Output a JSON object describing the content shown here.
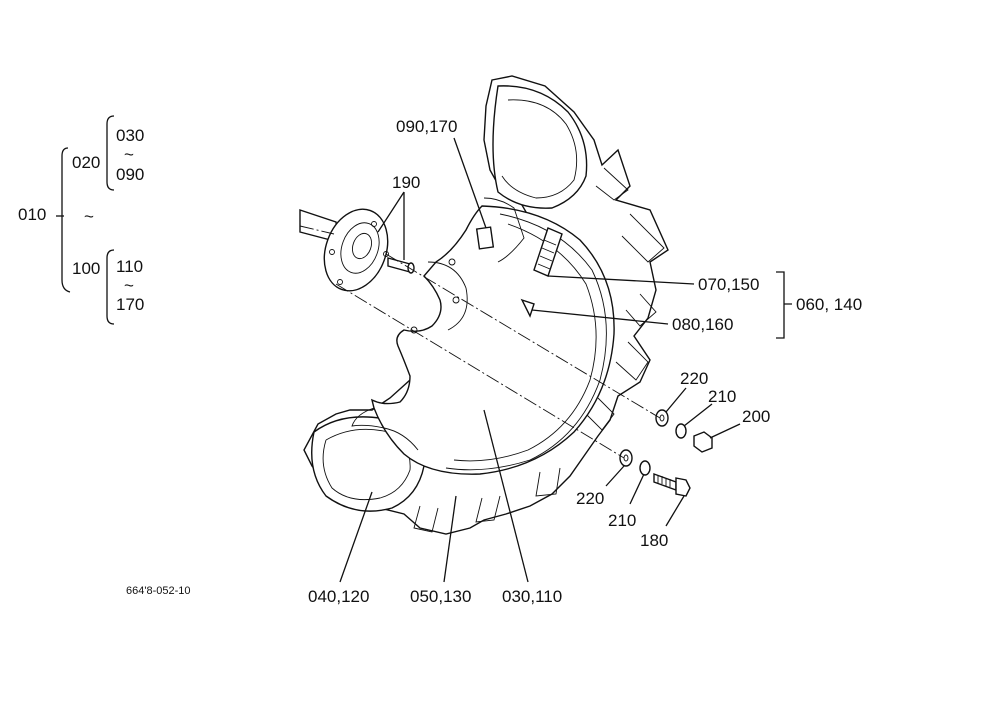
{
  "tree": {
    "root": "010",
    "groups": [
      {
        "parent": "020",
        "range_from": "030",
        "range_to": "090"
      },
      {
        "parent": "100",
        "range_from": "110",
        "range_to": "170"
      }
    ]
  },
  "callouts": {
    "valve_cap": "090,170",
    "hub_bolt": "190",
    "valve_stem": "070,150",
    "valve_core": "080,160",
    "valve_group": "060, 140",
    "washer_upper": "220",
    "lock_washer_upper": "210",
    "nut": "200",
    "washer_lower": "220",
    "lock_washer_lower": "210",
    "bolt": "180",
    "tube": "040,120",
    "tire": "050,130",
    "rim": "030,110"
  },
  "drawing_code": "664'8-052-10"
}
